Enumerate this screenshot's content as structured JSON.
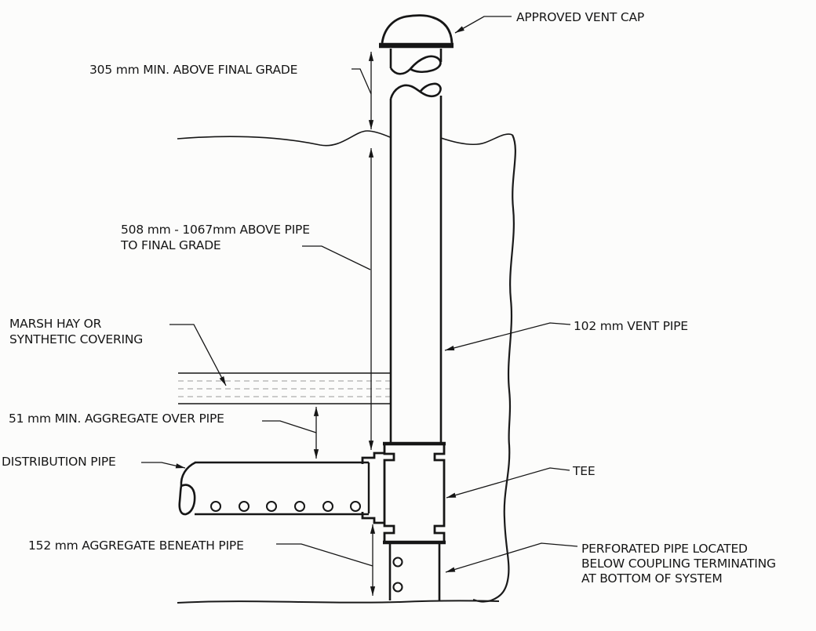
{
  "document": {
    "type": "construction-detail-drawing",
    "subject": "vent pipe and distribution pipe installation detail"
  },
  "colors": {
    "background": "#fcfcfb",
    "line": "#161616",
    "dashed_layer": "#9a9a9a"
  },
  "labels": {
    "approved_vent_cap": "APPROVED VENT CAP",
    "min_above_grade": "305 mm MIN. ABOVE FINAL GRADE",
    "above_pipe_line1": "508 mm - 1067mm ABOVE PIPE",
    "above_pipe_line2": "TO FINAL GRADE",
    "marsh_line1": "MARSH HAY OR",
    "marsh_line2": "SYNTHETIC COVERING",
    "vent_pipe": "102 mm VENT PIPE",
    "aggregate_over": "51 mm MIN. AGGREGATE OVER PIPE",
    "distribution_pipe": "DISTRIBUTION PIPE",
    "tee": "TEE",
    "aggregate_beneath": "152 mm AGGREGATE BENEATH PIPE",
    "perforated_line1": "PERFORATED PIPE LOCATED",
    "perforated_line2": "BELOW COUPLING TERMINATING",
    "perforated_line3": "AT BOTTOM OF SYSTEM"
  }
}
